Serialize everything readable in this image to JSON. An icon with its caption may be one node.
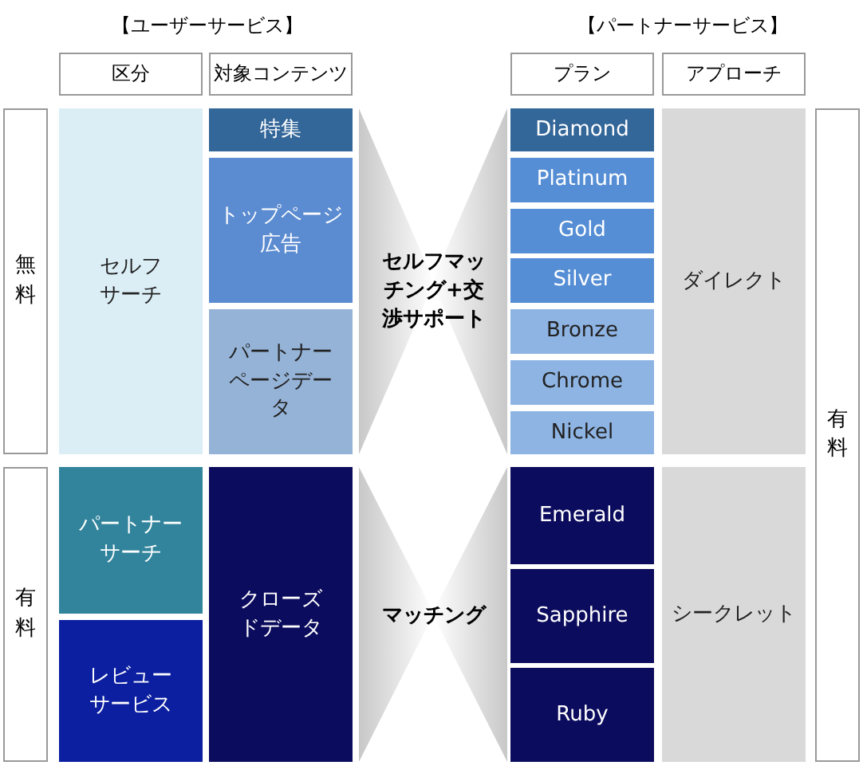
{
  "diagram": {
    "nodes": [
      {
        "text": [
          "区分"
        ]
      },
      {
        "text": [
          "対象コンテンツ"
        ]
      },
      {
        "text": [
          "プラン"
        ]
      },
      {
        "text": [
          "アプローチ"
        ]
      },
      {
        "text": [
          "無料"
        ]
      },
      {
        "text": [
          "セルフサーチ"
        ]
      },
      {
        "text": [
          "特集"
        ]
      },
      {
        "text": [
          "トップページ広告"
        ]
      },
      {
        "text": [
          "パートナーページデータ"
        ]
      },
      {
        "text": [
          "Diamond"
        ]
      },
      {
        "text": [
          "Platinum"
        ]
      },
      {
        "text": [
          "Gold"
        ]
      },
      {
        "text": [
          "Silver"
        ]
      },
      {
        "text": [
          "Bronze"
        ]
      },
      {
        "text": [
          "Chrome"
        ]
      },
      {
        "text": [
          "Nickel"
        ]
      },
      {
        "text": [
          "ダイレクト"
        ]
      },
      {
        "text": [
          "有料"
        ]
      },
      {
        "text": [
          "有料"
        ]
      },
      {
        "text": [
          "パートナーサーチ"
        ]
      },
      {
        "text": [
          "レビューサービス"
        ]
      },
      {
        "text": [
          "クローズドデータ"
        ]
      },
      {
        "text": [
          "Emerald"
        ]
      },
      {
        "text": [
          "Sapphire"
        ]
      },
      {
        "text": [
          "Ruby"
        ]
      },
      {
        "text": [
          "シークレット"
        ]
      }
    ],
    "labels": [
      "【ユーザーサービス】",
      "【パートナーサービス】",
      "セルフマッチング+交渉サポート",
      "マッチング"
    ]
  }
}
